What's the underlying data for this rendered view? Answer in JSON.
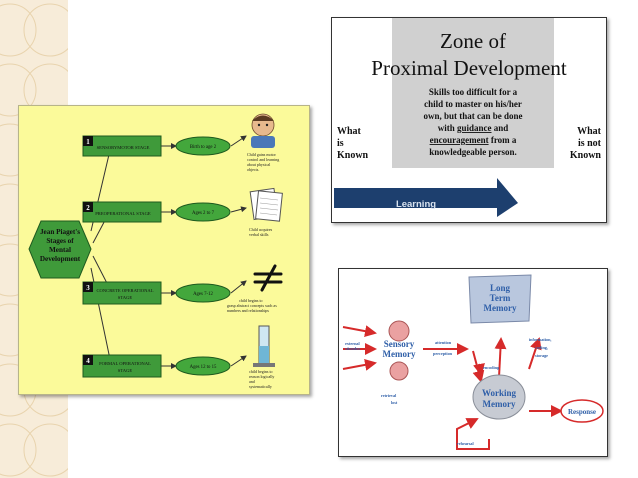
{
  "piaget": {
    "center": [
      "Jean Piaget's",
      "Stages of",
      "Mental",
      "Development"
    ],
    "stages": [
      {
        "num": "1",
        "label": [
          "SENSORYMOTOR STAGE"
        ],
        "age": "Birth to age 2",
        "desc": [
          "Child gains motor",
          "control and learning",
          "about physical",
          "objects."
        ]
      },
      {
        "num": "2",
        "label": [
          "PREOPERATIONAL STAGE"
        ],
        "age": "Ages 2 to 7",
        "desc": [
          "Child acquires",
          "verbal skills"
        ]
      },
      {
        "num": "3",
        "label": [
          "CONCRETE OPERATIONAL",
          "STAGE"
        ],
        "age": "Ages 7-12",
        "desc": [
          "child begins to",
          "grasp abstract concepts such as",
          "numbers and relationships"
        ]
      },
      {
        "num": "4",
        "label": [
          "FORMAL OPERATIONAL",
          "STAGE"
        ],
        "age": "Ages 12 to 15",
        "desc": [
          "child begins to",
          "reason logically",
          "and",
          "systematically"
        ]
      }
    ]
  },
  "zpd": {
    "title": [
      "Zone of",
      "Proximal Development"
    ],
    "middle": [
      "Skills too difficult for a",
      "child to master on his/her",
      "own, but that can be done",
      "with ",
      "guidance",
      " and",
      "encouragement",
      " from a",
      "knowledgeable person."
    ],
    "left": [
      "What",
      "is",
      "Known"
    ],
    "right": [
      "What",
      "is not",
      "Known"
    ],
    "arrow": "Learning"
  },
  "memory": {
    "long_term": [
      "Long",
      "Term",
      "Memory"
    ],
    "sensory": [
      "Sensory",
      "Memory"
    ],
    "working": [
      "Working",
      "Memory"
    ],
    "response": "Response",
    "input": [
      "external",
      "stimulus"
    ],
    "attention": [
      "attention",
      "perception"
    ],
    "encoding": "encoding",
    "retrieval": "retrieval",
    "rehearsal": "rehearsal",
    "retrieval_right": [
      "information,",
      "coding,",
      "storage"
    ],
    "lost": "lost"
  },
  "colors": {
    "piaget_bg": "#fbfa9a",
    "hexagon": "#3f9a3a",
    "age_oval": "#43a73c",
    "zpd_zone": "#d0d0d0",
    "arrow": "#1d3f6e",
    "memory_red": "#d62a2a"
  }
}
